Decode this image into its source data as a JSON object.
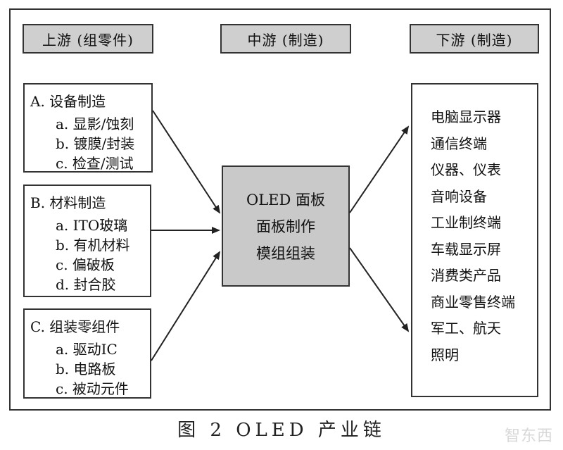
{
  "headers": {
    "upstream": "上游 (组零件)",
    "midstream": "中游 (制造)",
    "downstream": "下游 (制造)"
  },
  "upstream_groups": [
    {
      "title": "A.  设备制造",
      "items": [
        "a. 显影/蚀刻",
        "b. 镀膜/封装",
        "c. 检查/测试"
      ]
    },
    {
      "title": "B. 材料制造",
      "items": [
        "a. ITO玻璃",
        "b. 有机材料",
        "c. 偏破板",
        "d. 封合胶"
      ]
    },
    {
      "title": "C. 组装零组件",
      "items": [
        "a. 驱动IC",
        "b. 电路板",
        "c. 被动元件"
      ]
    }
  ],
  "center": {
    "lines": [
      "OLED 面板",
      "面板制作",
      "模组组装"
    ]
  },
  "downstream_items": [
    "电脑显示器",
    "通信终端",
    "仪器、仪表",
    "音响设备",
    "工业制终端",
    "车载显示屏",
    "消费类产品",
    "商业零售终端",
    "军工、航天",
    "照明"
  ],
  "caption": "图 2  OLED 产业链",
  "watermark": "智东西"
}
